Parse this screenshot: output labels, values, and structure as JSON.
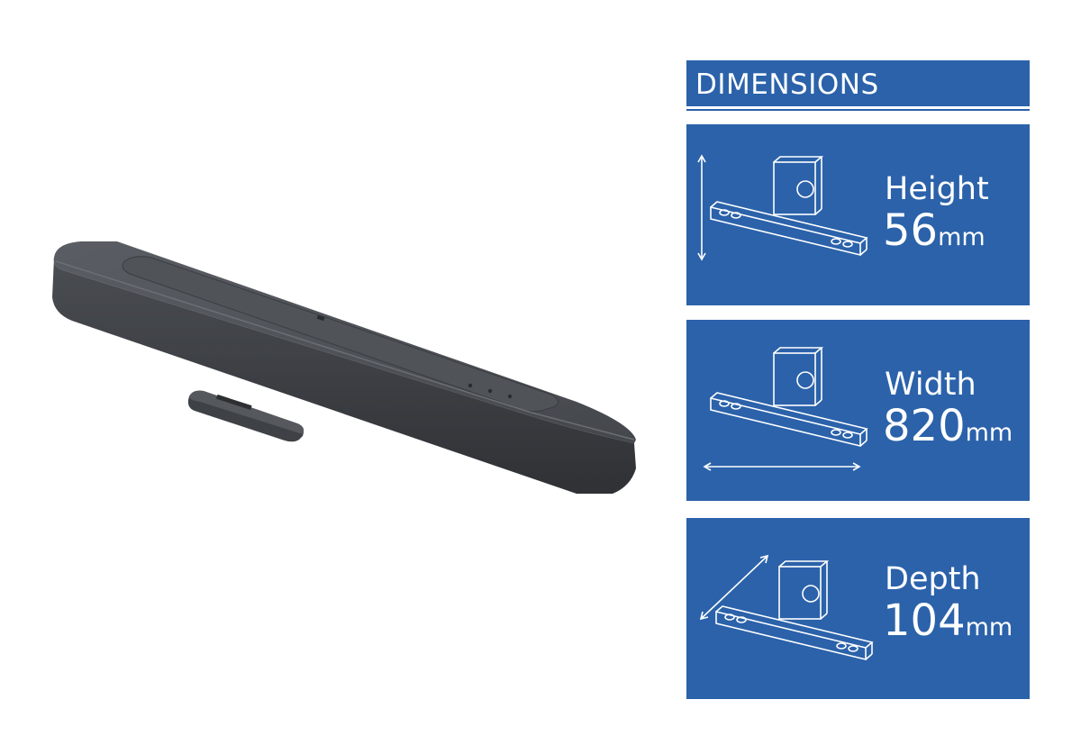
{
  "header": {
    "title": "DIMENSIONS"
  },
  "dimensions": [
    {
      "label": "Height",
      "value": "56",
      "unit": "mm",
      "icon": "height-diagram-icon"
    },
    {
      "label": "Width",
      "value": "820",
      "unit": "mm",
      "icon": "width-diagram-icon"
    },
    {
      "label": "Depth",
      "value": "104",
      "unit": "mm",
      "icon": "depth-diagram-icon"
    }
  ],
  "colors": {
    "panel_blue": "#2b62aa",
    "text": "#ffffff",
    "product_dark": "#3c3f44"
  }
}
